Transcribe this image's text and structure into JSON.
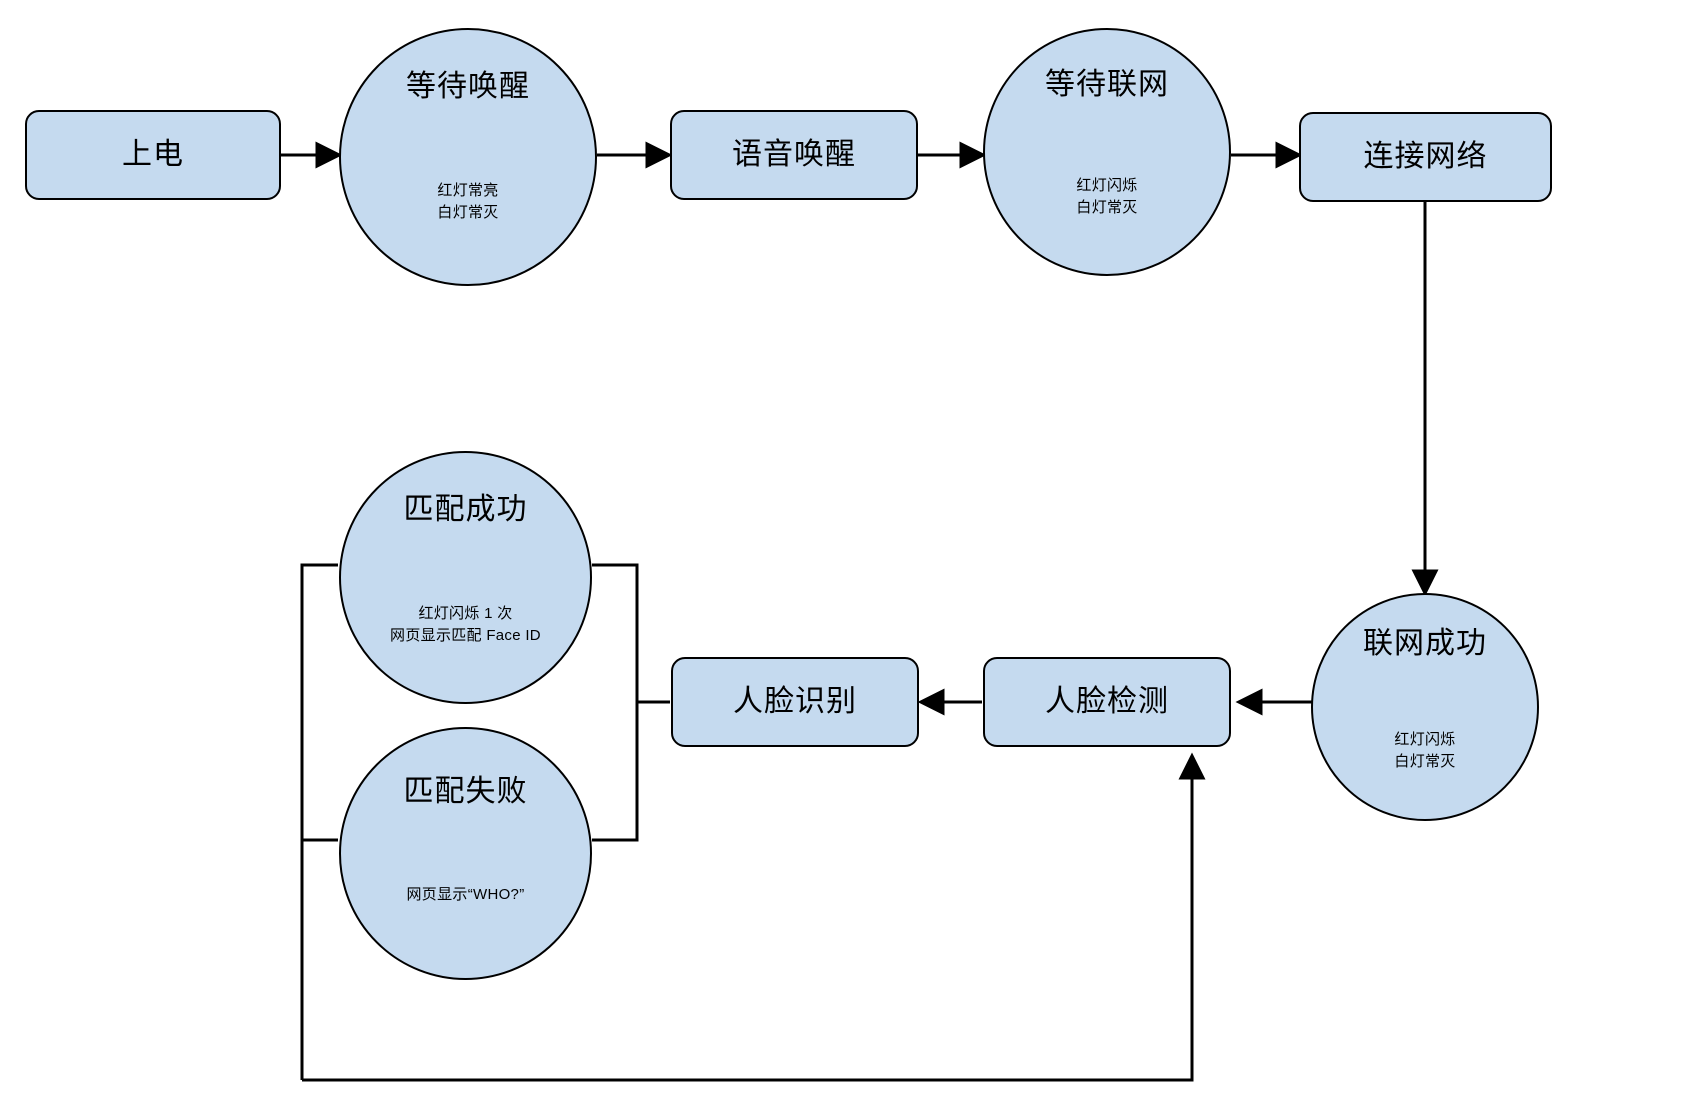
{
  "diagram": {
    "title": "",
    "colors": {
      "node_fill": "#c5daef",
      "node_stroke": "#000000",
      "connector": "#000000",
      "background": "#ffffff"
    },
    "nodes": [
      {
        "id": "power-on",
        "shape": "box",
        "title": "上电",
        "sub": []
      },
      {
        "id": "wait-wakeup",
        "shape": "circle",
        "title": "等待唤醒",
        "sub": [
          "红灯常亮",
          "白灯常灭"
        ]
      },
      {
        "id": "voice-wakeup",
        "shape": "box",
        "title": "语音唤醒",
        "sub": []
      },
      {
        "id": "wait-network",
        "shape": "circle",
        "title": "等待联网",
        "sub": [
          "红灯闪烁",
          "白灯常灭"
        ]
      },
      {
        "id": "connect-network",
        "shape": "box",
        "title": "连接网络",
        "sub": []
      },
      {
        "id": "network-success",
        "shape": "circle",
        "title": "联网成功",
        "sub": [
          "红灯闪烁",
          "白灯常灭"
        ]
      },
      {
        "id": "face-detect",
        "shape": "box",
        "title": "人脸检测",
        "sub": []
      },
      {
        "id": "face-recognize",
        "shape": "box",
        "title": "人脸识别",
        "sub": []
      },
      {
        "id": "match-success",
        "shape": "circle",
        "title": "匹配成功",
        "sub": [
          "红灯闪烁 1 次",
          "网页显示匹配 Face ID"
        ]
      },
      {
        "id": "match-fail",
        "shape": "circle",
        "title": "匹配失败",
        "sub": [
          "网页显示“WHO?”"
        ]
      }
    ],
    "edges": [
      {
        "id": "e1",
        "from": "power-on",
        "to": "wait-wakeup",
        "label": ""
      },
      {
        "id": "e2",
        "from": "wait-wakeup",
        "to": "voice-wakeup",
        "label": ""
      },
      {
        "id": "e3",
        "from": "voice-wakeup",
        "to": "wait-network",
        "label": ""
      },
      {
        "id": "e4",
        "from": "wait-network",
        "to": "connect-network",
        "label": ""
      },
      {
        "id": "e5",
        "from": "connect-network",
        "to": "network-success",
        "label": ""
      },
      {
        "id": "e6",
        "from": "network-success",
        "to": "face-detect",
        "label": ""
      },
      {
        "id": "e7",
        "from": "face-detect",
        "to": "face-recognize",
        "label": ""
      },
      {
        "id": "e8",
        "from": "face-recognize",
        "to": "match-success",
        "label": ""
      },
      {
        "id": "e9",
        "from": "face-recognize",
        "to": "match-fail",
        "label": ""
      },
      {
        "id": "e10",
        "from": "match-fail",
        "to": "face-detect",
        "label": ""
      }
    ]
  }
}
